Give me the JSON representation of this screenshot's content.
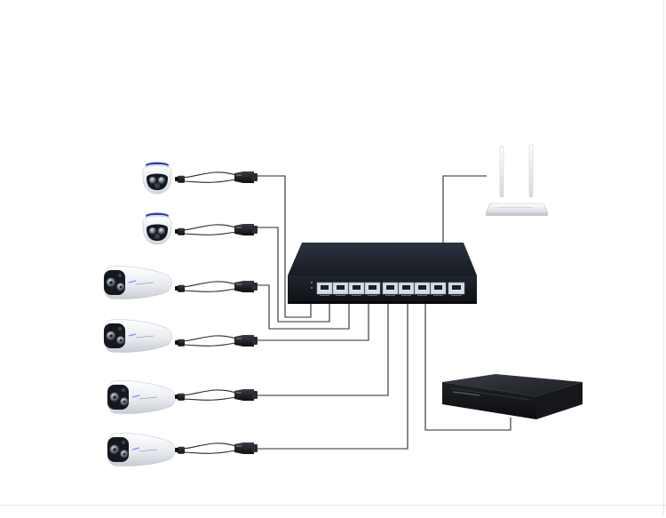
{
  "diagram": {
    "type": "poe-network-topology",
    "switch": {
      "name": "poe-switch",
      "poe_ports": 8,
      "uplink_ports": 1,
      "body_color": "#1b1f28",
      "port_color": "#d5dde6"
    },
    "devices": [
      {
        "id": "camera-1",
        "kind": "dome-camera",
        "connects_to": "switch-port-1"
      },
      {
        "id": "camera-2",
        "kind": "dome-camera",
        "connects_to": "switch-port-2"
      },
      {
        "id": "camera-3",
        "kind": "bullet-camera",
        "connects_to": "switch-port-3"
      },
      {
        "id": "camera-4",
        "kind": "bullet-camera",
        "connects_to": "switch-port-4"
      },
      {
        "id": "camera-5",
        "kind": "bullet-camera",
        "connects_to": "switch-port-5"
      },
      {
        "id": "camera-6",
        "kind": "bullet-camera",
        "connects_to": "switch-port-6"
      },
      {
        "id": "router",
        "kind": "wifi-router",
        "connects_to": "switch-uplink"
      },
      {
        "id": "nvr",
        "kind": "network-video-recorder",
        "connects_to": "switch-port-8"
      }
    ],
    "colors": {
      "wire": "#2b2b2b",
      "camera_body": "#eef0f3",
      "camera_face": "#1a1d22",
      "camera_accent": "#7d8cff",
      "router_body": "#f4f5f7",
      "nvr_body": "#23262c"
    }
  }
}
